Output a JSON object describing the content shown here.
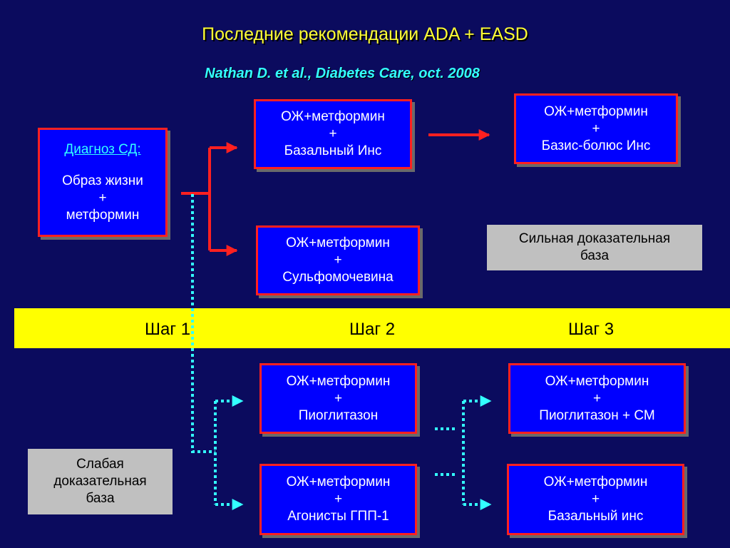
{
  "title": "Последние рекомендации ADA + EASD",
  "subtitle": "Nathan D. et al., Diabetes Care, oct. 2008",
  "diagnosis": {
    "label": "Диагноз СД:",
    "line1": "Образ жизни",
    "line2": "+",
    "line3": "метформин"
  },
  "strong": {
    "basal": [
      "ОЖ+метформин",
      "+",
      "Базальный Инс"
    ],
    "basis_bolus": [
      "ОЖ+метформин",
      "+",
      "Базис-болюс Инс"
    ],
    "sulfonylurea": [
      "ОЖ+метформин",
      "+",
      "Сульфомочевина"
    ],
    "evidence": [
      "Сильная доказательная",
      "база"
    ]
  },
  "steps": [
    "Шаг 1",
    "Шаг 2",
    "Шаг 3"
  ],
  "weak": {
    "pioglitazone": [
      "ОЖ+метформин",
      "+",
      "Пиоглитазон"
    ],
    "glp1": [
      "ОЖ+метформин",
      "+",
      "Агонисты ГПП-1"
    ],
    "pioglitazone_sm": [
      "ОЖ+метформин",
      "+",
      "Пиоглитазон + СМ"
    ],
    "basal_ins": [
      "ОЖ+метформин",
      "+",
      "Базальный инс"
    ],
    "evidence": [
      "Слабая",
      "доказательная",
      "база"
    ]
  },
  "colors": {
    "background": "#0b0b5e",
    "box_fill": "#0000ff",
    "box_border": "#ff2020",
    "title": "#ffff33",
    "subtitle": "#33ffff",
    "strong_arrow": "#ff2020",
    "weak_arrow": "#33ffff",
    "band": "#ffff00"
  }
}
